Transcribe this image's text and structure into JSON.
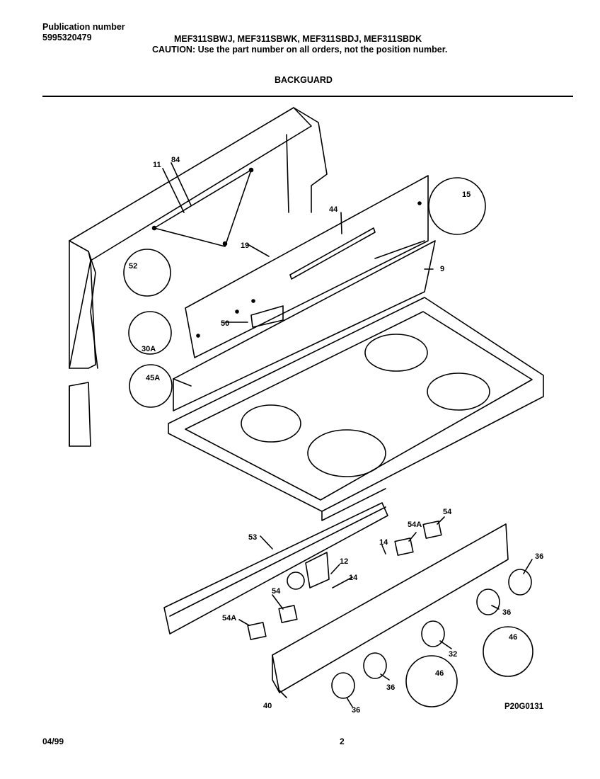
{
  "header": {
    "publication_label": "Publication number",
    "publication_number": "5995320479",
    "models": "MEF311SBWJ, MEF311SBWK, MEF311SBDJ, MEF311SBDK",
    "caution": "CAUTION:  Use the part number on all orders, not the position number.",
    "section_title": "BACKGUARD"
  },
  "parts": {
    "p11": "11",
    "p84": "84",
    "p15": "15",
    "p44": "44",
    "p19": "19",
    "p52": "52",
    "p9": "9",
    "p50": "50",
    "p30A": "30A",
    "p45A": "45A",
    "p54a_top": "54",
    "p54A_top": "54A",
    "p53": "53",
    "p14a": "14",
    "p12": "12",
    "p14b": "14",
    "p36a": "36",
    "p54b": "54",
    "p36b": "36",
    "p46a": "46",
    "p54A_bot": "54A",
    "p32": "32",
    "p46b": "46",
    "p36c": "36",
    "p40": "40",
    "p36d": "36"
  },
  "footer": {
    "date": "04/99",
    "page": "2",
    "drawing_id": "P20G0131"
  }
}
